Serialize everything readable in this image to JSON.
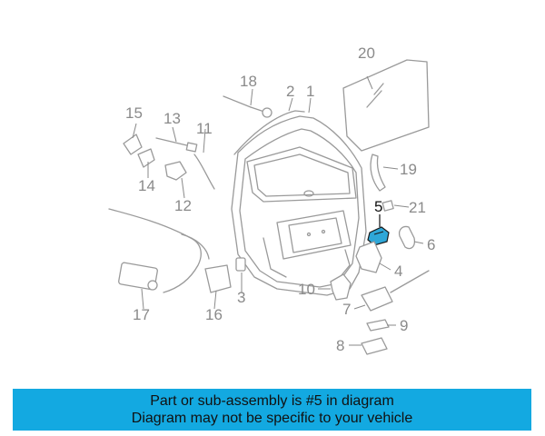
{
  "diagram": {
    "highlighted_callout": "5",
    "highlight_color": "#2ea7d8",
    "callouts": [
      "1",
      "2",
      "3",
      "4",
      "5",
      "6",
      "7",
      "8",
      "9",
      "10",
      "11",
      "12",
      "13",
      "14",
      "15",
      "16",
      "17",
      "18",
      "19",
      "20",
      "21"
    ]
  },
  "banner": {
    "line1": "Part or sub-assembly is #5 in diagram",
    "line2": "Diagram may not be specific to your vehicle",
    "background": "#13a9e1"
  }
}
